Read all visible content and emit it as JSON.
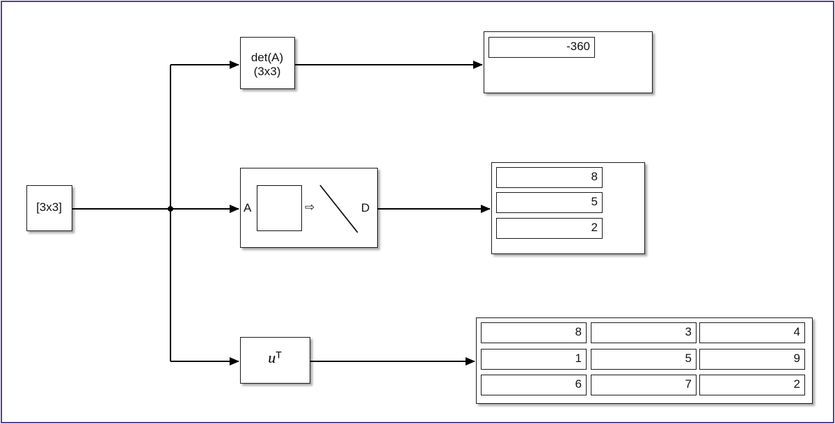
{
  "source_block": {
    "label": "[3x3]"
  },
  "det_block": {
    "line1": "det(A)",
    "line2": "(3x3)"
  },
  "eig_block": {
    "input_port": "A",
    "output_port": "D",
    "arrow": "⇨"
  },
  "transpose_block": {
    "base": "u",
    "sup": "T"
  },
  "display_det": {
    "value": "-360"
  },
  "display_eig": {
    "values": [
      "8",
      "5",
      "2"
    ]
  },
  "display_transpose": {
    "rows": [
      [
        "8",
        "3",
        "4"
      ],
      [
        "1",
        "5",
        "9"
      ],
      [
        "6",
        "7",
        "2"
      ]
    ]
  },
  "colors": {
    "frame": "#5a3f8f",
    "line": "#000000"
  }
}
